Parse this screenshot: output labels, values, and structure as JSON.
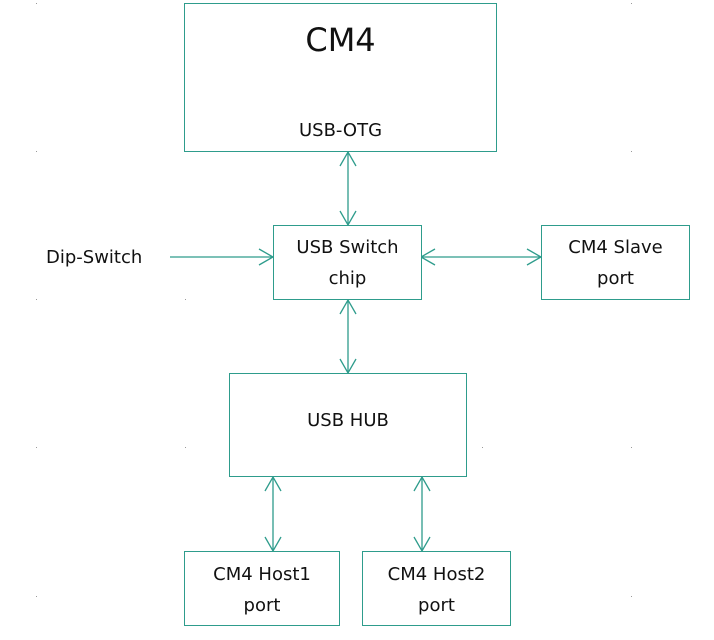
{
  "diagram": {
    "cm4": {
      "title": "CM4",
      "port_label": "USB-OTG"
    },
    "switch": {
      "line1": "USB Switch",
      "line2": "chip"
    },
    "slave": {
      "line1": "CM4 Slave",
      "line2": "port"
    },
    "dip": {
      "label": "Dip-Switch"
    },
    "hub": {
      "label": "USB HUB"
    },
    "host1": {
      "line1": "CM4 Host1",
      "line2": "port"
    },
    "host2": {
      "line1": "CM4 Host2",
      "line2": "port"
    },
    "colors": {
      "box_border": "#2e9c8c",
      "arrow": "#2e9c8c",
      "text": "#111111"
    }
  }
}
